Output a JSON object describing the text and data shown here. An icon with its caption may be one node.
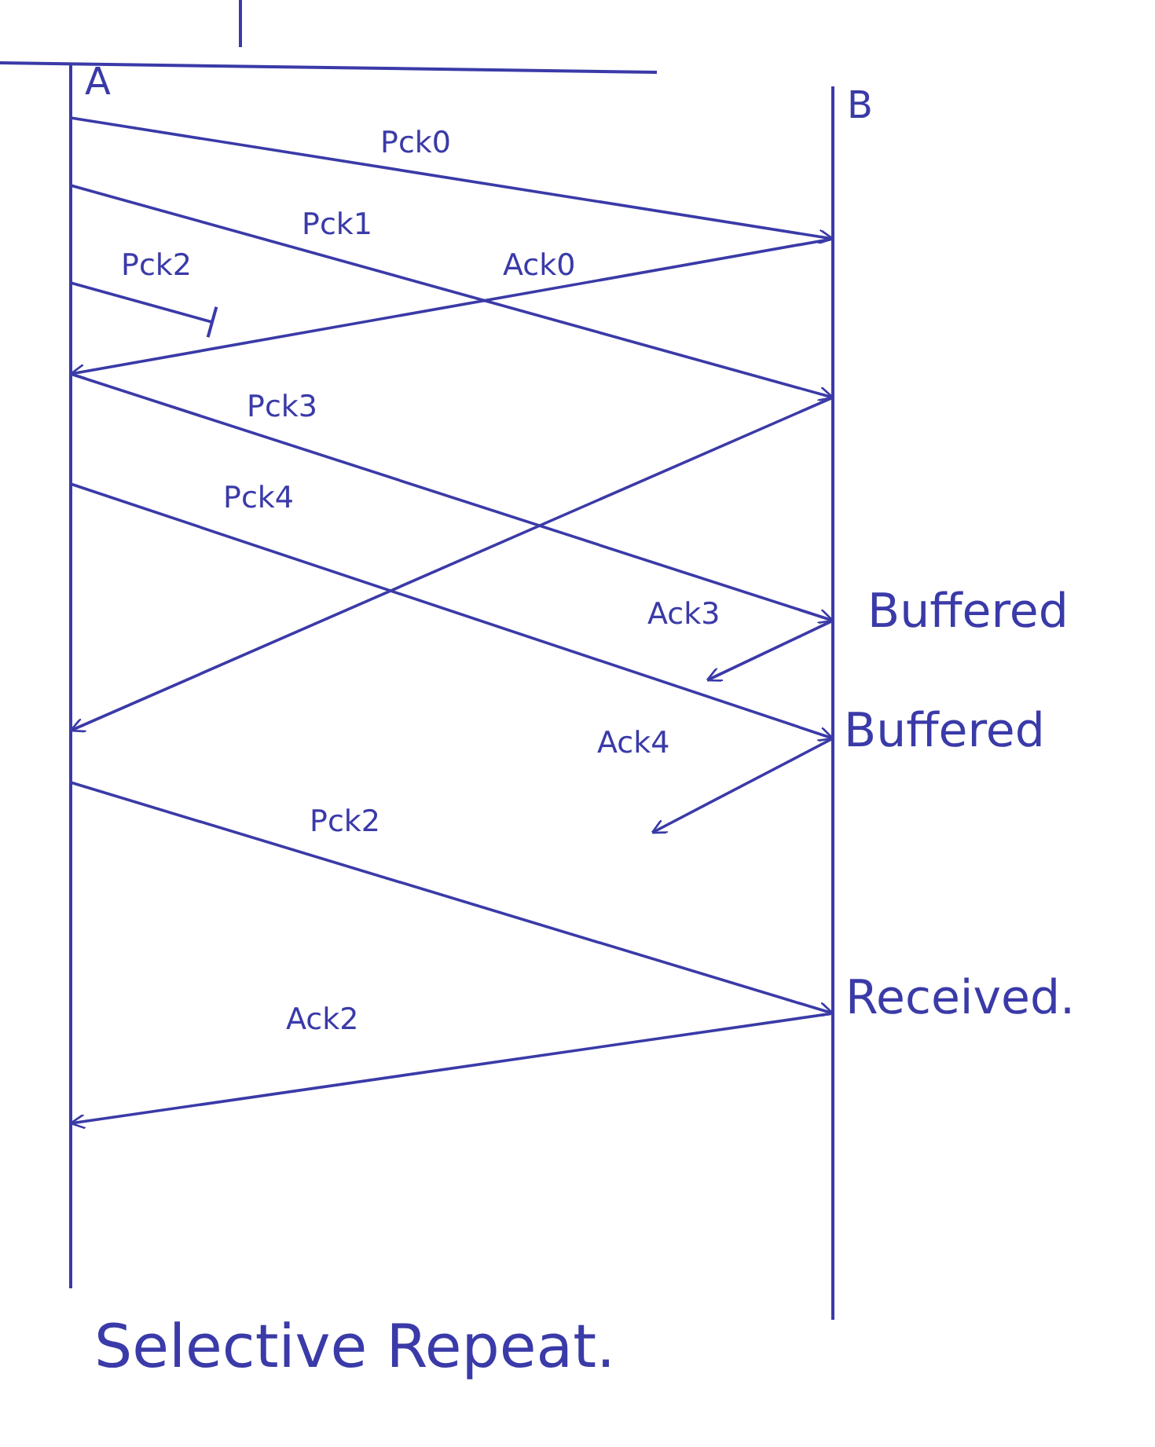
{
  "diagram": {
    "caption": "Selective Repeat.",
    "nodes": [
      {
        "text": [
          "A"
        ]
      },
      {
        "text": [
          "B"
        ]
      }
    ],
    "edges": [
      {
        "from": 0,
        "to": 1,
        "arrow": "to",
        "label": "Pck0"
      },
      {
        "from": 0,
        "to": 1,
        "arrow": "to",
        "label": "Pck1"
      },
      {
        "from": 0,
        "to": null,
        "arrow": "other",
        "label": "Pck2"
      },
      {
        "from": 1,
        "to": 0,
        "arrow": "to",
        "label": "Ack0"
      },
      {
        "from": 0,
        "to": 1,
        "arrow": "to",
        "label": "Pck3"
      },
      {
        "from": 0,
        "to": 1,
        "arrow": "to",
        "label": "Pck4"
      },
      {
        "from": 1,
        "to": 0,
        "arrow": "to"
      },
      {
        "from": 1,
        "to": null,
        "arrow": "to",
        "label": "Ack3"
      },
      {
        "from": 1,
        "to": null,
        "arrow": "to",
        "label": "Ack4"
      },
      {
        "from": 0,
        "to": 1,
        "arrow": "to",
        "label": "Pck2"
      },
      {
        "from": 1,
        "to": 0,
        "arrow": "to",
        "label": "Ack2"
      }
    ],
    "labels": [
      "Buffered",
      "Buffered",
      "Received."
    ]
  }
}
